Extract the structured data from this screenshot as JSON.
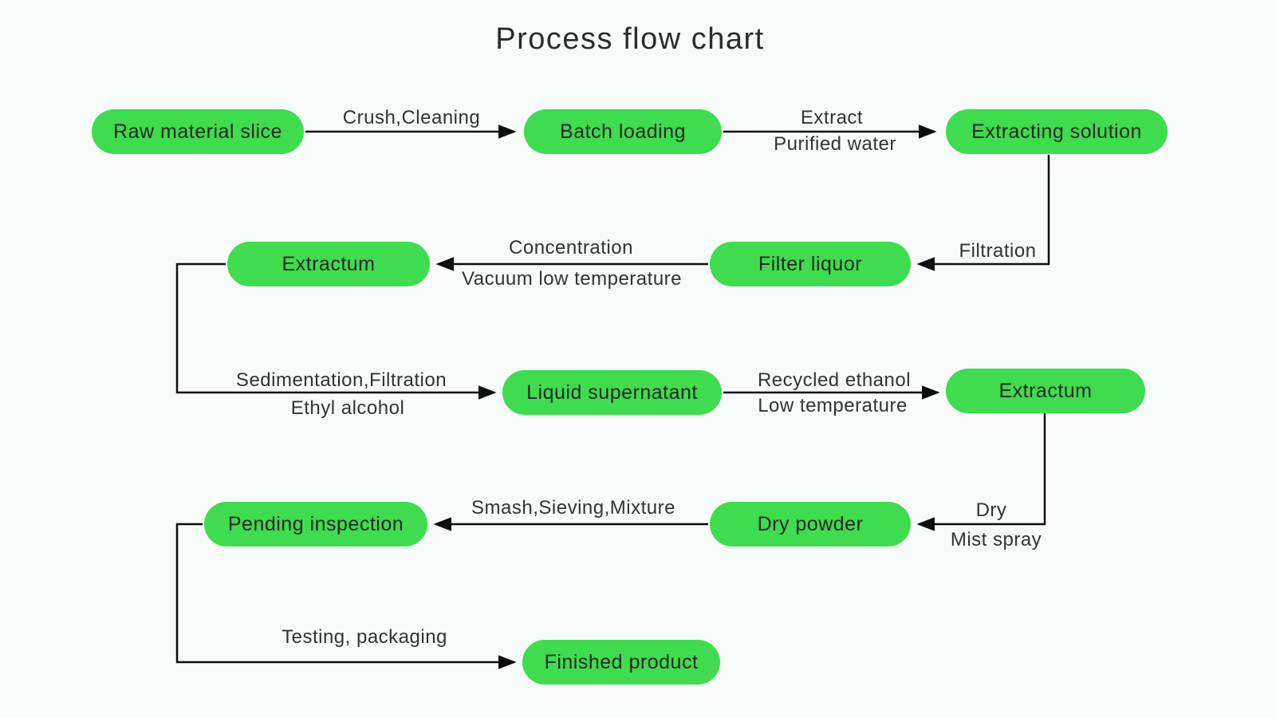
{
  "title": "Process flow chart",
  "colors": {
    "node_fill": "#3edc4e",
    "line": "#0d0d0d",
    "background": "#f7fbfa",
    "text": "#2b2b2b"
  },
  "nodes": [
    {
      "id": "raw-material-slice",
      "label": "Raw material slice"
    },
    {
      "id": "batch-loading",
      "label": "Batch loading"
    },
    {
      "id": "extracting-solution",
      "label": "Extracting solution"
    },
    {
      "id": "filter-liquor",
      "label": "Filter liquor"
    },
    {
      "id": "extractum-1",
      "label": "Extractum"
    },
    {
      "id": "liquid-supernatant",
      "label": "Liquid supernatant"
    },
    {
      "id": "extractum-2",
      "label": "Extractum"
    },
    {
      "id": "dry-powder",
      "label": "Dry powder"
    },
    {
      "id": "pending-inspection",
      "label": "Pending inspection"
    },
    {
      "id": "finished-product",
      "label": "Finished product"
    }
  ],
  "edges": [
    {
      "from": "raw-material-slice",
      "to": "batch-loading",
      "labels": [
        "Crush,Cleaning"
      ]
    },
    {
      "from": "batch-loading",
      "to": "extracting-solution",
      "labels": [
        "Extract",
        "Purified water"
      ]
    },
    {
      "from": "extracting-solution",
      "to": "filter-liquor",
      "labels": [
        "Filtration"
      ]
    },
    {
      "from": "filter-liquor",
      "to": "extractum-1",
      "labels": [
        "Concentration",
        "Vacuum low temperature"
      ]
    },
    {
      "from": "extractum-1",
      "to": "liquid-supernatant",
      "labels": [
        "Sedimentation,Filtration",
        "Ethyl alcohol"
      ]
    },
    {
      "from": "liquid-supernatant",
      "to": "extractum-2",
      "labels": [
        "Recycled ethanol",
        "Low temperature"
      ]
    },
    {
      "from": "extractum-2",
      "to": "dry-powder",
      "labels": [
        "Dry",
        "Mist spray"
      ]
    },
    {
      "from": "dry-powder",
      "to": "pending-inspection",
      "labels": [
        "Smash,Sieving,Mixture"
      ]
    },
    {
      "from": "pending-inspection",
      "to": "finished-product",
      "labels": [
        "Testing, packaging"
      ]
    }
  ]
}
